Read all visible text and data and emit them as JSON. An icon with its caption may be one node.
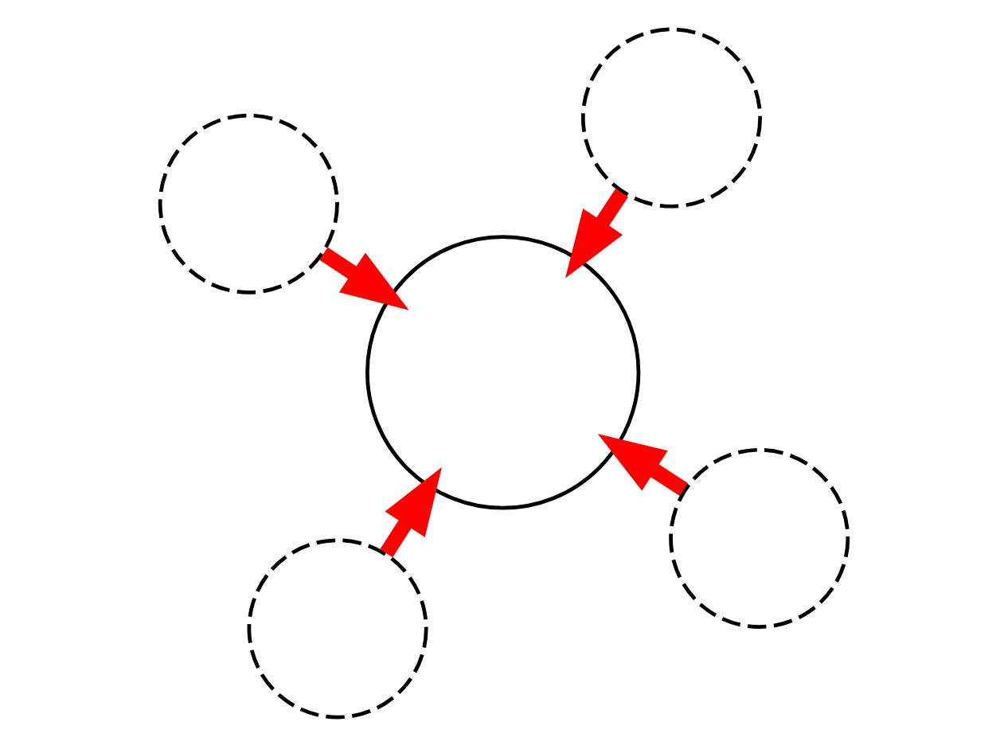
{
  "diagram": {
    "nodes": [
      {
        "text": [],
        "shape": "circle"
      },
      {
        "text": [],
        "shape": "circle"
      },
      {
        "text": [],
        "shape": "circle"
      },
      {
        "text": [],
        "shape": "circle"
      },
      {
        "text": [],
        "shape": "circle"
      }
    ],
    "edges": [
      {
        "from": 1,
        "to": 0,
        "arrow": "to",
        "color": "#ff0000"
      },
      {
        "from": 2,
        "to": 0,
        "arrow": "to",
        "color": "#ff0000"
      },
      {
        "from": 3,
        "to": 0,
        "arrow": "to",
        "color": "#ff0000"
      },
      {
        "from": 4,
        "to": 0,
        "arrow": "to",
        "color": "#ff0000"
      }
    ]
  }
}
